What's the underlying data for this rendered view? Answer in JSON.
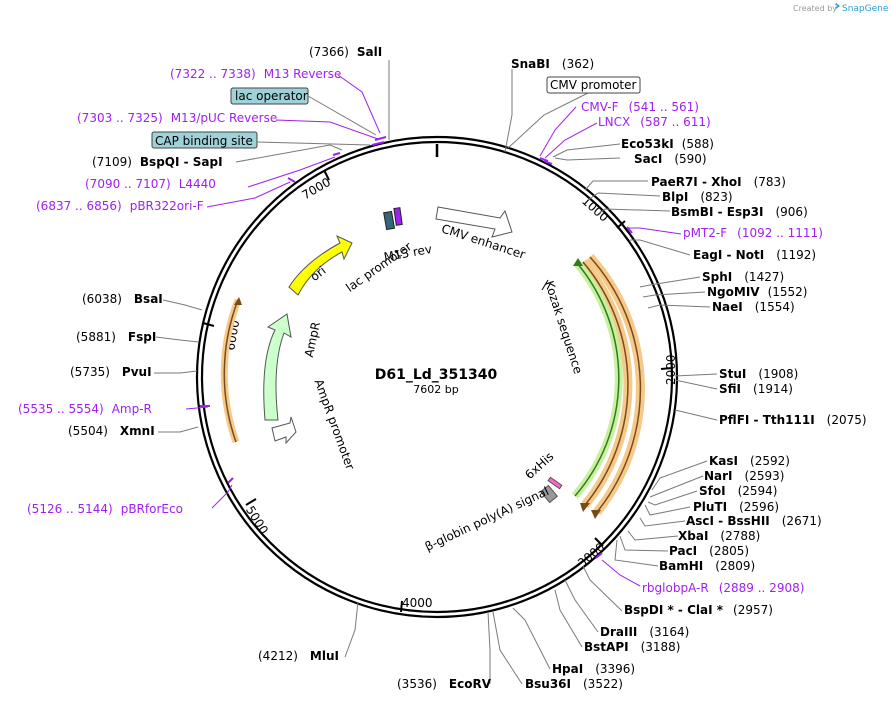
{
  "header": {
    "created_by": "Created by",
    "brand": "SnapGene",
    "brand_color": "#2a9fd6"
  },
  "map": {
    "name": "D61_Ld_351340",
    "length": "7602 bp",
    "ticks": [
      "1000",
      "2000",
      "3000",
      "4000",
      "5000",
      "6000",
      "7000"
    ]
  },
  "sites": [
    {
      "pos": "(7366)",
      "name": "SalI"
    },
    {
      "pos": "(362)",
      "name": "SnaBI"
    },
    {
      "pos": "(588)",
      "name": "Eco53kI"
    },
    {
      "pos": "(590)",
      "name": "SacI"
    },
    {
      "pos": "(783)",
      "name": "PaeR7I - XhoI"
    },
    {
      "pos": "(823)",
      "name": "BlpI"
    },
    {
      "pos": "(906)",
      "name": "BsmBI - Esp3I"
    },
    {
      "pos": "(1192)",
      "name": "EagI - NotI"
    },
    {
      "pos": "(1427)",
      "name": "SphI"
    },
    {
      "pos": "(1552)",
      "name": "NgoMIV"
    },
    {
      "pos": "(1554)",
      "name": "NaeI"
    },
    {
      "pos": "(1908)",
      "name": "StuI"
    },
    {
      "pos": "(1914)",
      "name": "SfiI"
    },
    {
      "pos": "(2075)",
      "name": "PflFI - Tth111I"
    },
    {
      "pos": "(2592)",
      "name": "KasI"
    },
    {
      "pos": "(2593)",
      "name": "NarI"
    },
    {
      "pos": "(2594)",
      "name": "SfoI"
    },
    {
      "pos": "(2596)",
      "name": "PluTI"
    },
    {
      "pos": "(2671)",
      "name": "AscI - BssHII"
    },
    {
      "pos": "(2788)",
      "name": "XbaI"
    },
    {
      "pos": "(2805)",
      "name": "PacI"
    },
    {
      "pos": "(2809)",
      "name": "BamHI"
    },
    {
      "pos": "(2957)",
      "name": "BspDI * - ClaI *"
    },
    {
      "pos": "(3164)",
      "name": "DraIII"
    },
    {
      "pos": "(3188)",
      "name": "BstAPI"
    },
    {
      "pos": "(3396)",
      "name": "HpaI"
    },
    {
      "pos": "(3522)",
      "name": "Bsu36I"
    },
    {
      "pos": "(3536)",
      "name": "EcoRV"
    },
    {
      "pos": "(4212)",
      "name": "MluI"
    },
    {
      "pos": "(5504)",
      "name": "XmnI"
    },
    {
      "pos": "(5735)",
      "name": "PvuI"
    },
    {
      "pos": "(5881)",
      "name": "FspI"
    },
    {
      "pos": "(6038)",
      "name": "BsaI"
    },
    {
      "pos": "(7109)",
      "name": "BspQI - SapI"
    }
  ],
  "primers": [
    {
      "range": "(7322 .. 7338)",
      "name": "M13 Reverse"
    },
    {
      "range": "(7303 .. 7325)",
      "name": "M13/pUC Reverse"
    },
    {
      "range": "(7090 .. 7107)",
      "name": "L4440"
    },
    {
      "range": "(6837 .. 6856)",
      "name": "pBR322ori-F"
    },
    {
      "range": "(541 .. 561)",
      "name": "CMV-F"
    },
    {
      "range": "(587 .. 611)",
      "name": "LNCX"
    },
    {
      "range": "(1092 .. 1111)",
      "name": "pMT2-F"
    },
    {
      "range": "(5535 .. 5554)",
      "name": "Amp-R"
    },
    {
      "range": "(5126 .. 5144)",
      "name": "pBRforEco"
    },
    {
      "range": "(2889 .. 2908)",
      "name": "rbglobpA-R"
    }
  ],
  "boxed_features": [
    {
      "name": "lac operator",
      "fill": "#9ed2d8"
    },
    {
      "name": "CAP binding site",
      "fill": "#9ed2d8"
    },
    {
      "name": "CMV promoter",
      "fill": "#ffffff"
    }
  ],
  "features": {
    "cmv_enhancer": "CMV enhancer",
    "lac_promoter": "lac promoter",
    "m13_rev": "M13 rev",
    "ori": "ori",
    "ampr": "AmpR",
    "ampr_promoter": "AmpR promoter",
    "kozak": "Kozak sequence",
    "his": "6xHis",
    "globin": "β-globin poly(A) signal"
  },
  "colors": {
    "ori": "#ffff00",
    "ampr": "#ccffcc",
    "orf": "#f5c98a",
    "primer": "#a020f0",
    "green_orf": "#c8f0a0"
  }
}
